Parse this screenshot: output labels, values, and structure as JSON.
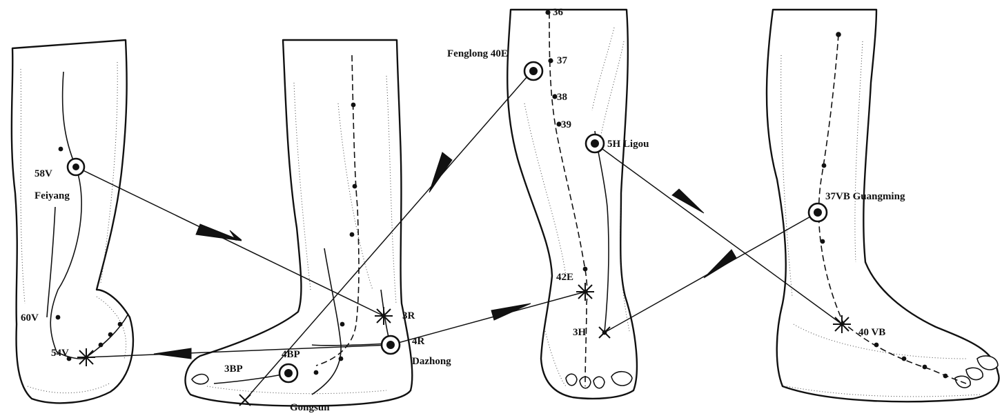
{
  "labels": {
    "p58v": "58V",
    "feiyang": "Feiyang",
    "p60v": "60V",
    "p54v": "54V",
    "p3r": "3R",
    "p4r": "4R",
    "dazhong": "Dazhong",
    "p4bp": "4BP",
    "p3bp": "3BP",
    "gongsun": "Gongsun",
    "fenglong": "Fenglong 40E",
    "p36": "36",
    "p37": "37",
    "p38": "38",
    "p39": "39",
    "ligou": "5H Ligou",
    "p42e": "42E",
    "p3h": "3H",
    "guangming": "37VB Guangming",
    "p40vb": "40 VB"
  }
}
